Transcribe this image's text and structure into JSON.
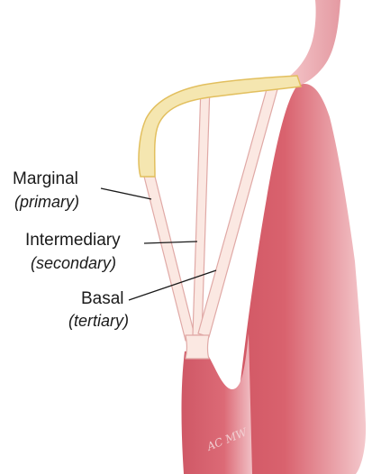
{
  "labels": {
    "marginal": {
      "name": "Marginal",
      "type": "(primary)"
    },
    "intermediary": {
      "name": "Intermediary",
      "type": "(secondary)"
    },
    "basal": {
      "name": "Basal",
      "type": "(tertiary)"
    }
  },
  "signature": "AC MW",
  "colors": {
    "muscle": "#d9626e",
    "muscle_light": "#f2c4c8",
    "leaflet_edge": "#e8c870",
    "leaflet_fill": "#f5e6b0",
    "chord_fill": "#fbe8e2",
    "chord_stroke": "#e0a9a6",
    "leader_line": "#1a1a1a"
  }
}
